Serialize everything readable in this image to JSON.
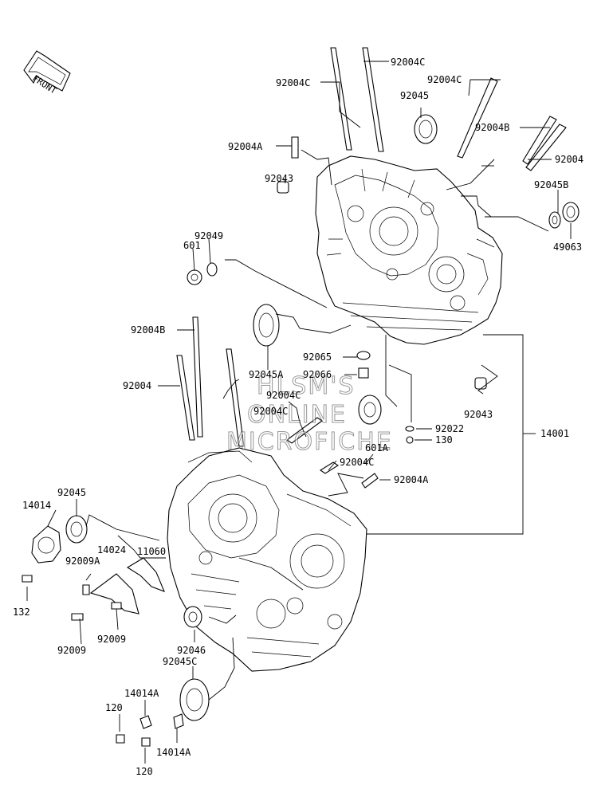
{
  "front_badge": "FRONT",
  "watermark": [
    "HLSM'S",
    "ONLINE",
    "MICROFICHE"
  ],
  "labels": {
    "l92004C_1": "92004C",
    "l92004C_2": "92004C",
    "l92004C_3": "92004C",
    "l92045_top": "92045",
    "l92004B_top": "92004B",
    "l92004A_top": "92004A",
    "l92004_top": "92004",
    "l92043_top": "92043",
    "l92045B": "92045B",
    "l49063": "49063",
    "l92049": "92049",
    "l601": "601",
    "l92004B_mid": "92004B",
    "l92065": "92065",
    "l92045A": "92045A",
    "l92066": "92066",
    "l92004C_4": "92004C",
    "l92004_mid": "92004",
    "l92004C_5": "92004C",
    "l601A": "601A",
    "l92043_mid": "92043",
    "l92022": "92022",
    "l130": "130",
    "l14001": "14001",
    "l92004C_6": "92004C",
    "l92004A_mid": "92004A",
    "l14014": "14014",
    "l92045_left": "92045",
    "l14024": "14024",
    "l11060": "11060",
    "l92009A": "92009A",
    "l132": "132",
    "l92009_a": "92009",
    "l92009_b": "92009",
    "l92046": "92046",
    "l92045C": "92045C",
    "l14014A_top": "14014A",
    "l120_top": "120",
    "l14014A_bot": "14014A",
    "l120_bot": "120"
  }
}
